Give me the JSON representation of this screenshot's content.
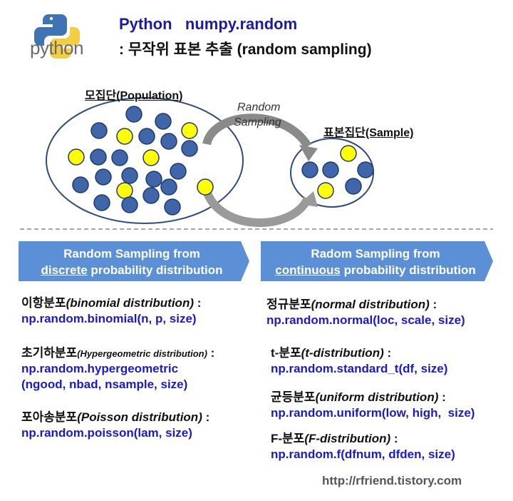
{
  "logo": {
    "text": "python"
  },
  "title": {
    "line1": "Python   numpy.random",
    "line2": ": 무작위 표본 추출 (random sampling)"
  },
  "population": {
    "label_ko": "모집단",
    "label_en": "(Population)"
  },
  "arrow": {
    "line1": "Random",
    "line2": "Sampling"
  },
  "sample": {
    "label_ko": "표본집단",
    "label_en": "(Sample)"
  },
  "panels": {
    "discrete": {
      "line1": "Random Sampling from",
      "line2_underlined": "discrete",
      "line2_rest": " probability distribution"
    },
    "continuous": {
      "line1": "Radom Sampling from",
      "line2_underlined": "continuous",
      "line2_rest": " probability distribution"
    }
  },
  "discrete_items": [
    {
      "title_ko": "이항분포",
      "title_en": "(binomial distribution)",
      "title_suffix": " :",
      "code1": "np.random.binomial(n, p, size)",
      "code2": ""
    },
    {
      "title_ko": "초기하분포",
      "title_en": "(Hypergeometric distribution)",
      "title_suffix": " :",
      "code1": "np.random.hypergeometric",
      "code2": "(ngood, nbad, nsample, size)"
    },
    {
      "title_ko": "포아송분포",
      "title_en": "(Poisson distribution)",
      "title_suffix": " :",
      "code1": "np.random.poisson(lam, size)",
      "code2": ""
    }
  ],
  "continuous_items": [
    {
      "title_ko": "정규분포",
      "title_en": "(normal distribution)",
      "title_suffix": " :",
      "code1": "np.random.normal(loc, scale, size)"
    },
    {
      "title_ko": "t-분포",
      "title_en": "(t-distribution)",
      "title_suffix": " :",
      "code1": "np.random.standard_t(df, size)"
    },
    {
      "title_ko": "균등분포",
      "title_en": "(uniform distribution)",
      "title_suffix": " :",
      "code1": "np.random.uniform(low, high,  size)"
    },
    {
      "title_ko": "F-분포",
      "title_en": "(F-distribution)",
      "title_suffix": " :",
      "code1": "np.random.f(dfnum, dfden, size)"
    }
  ],
  "footer": {
    "url": "http://rfriend.tistory.com"
  },
  "colors": {
    "title_blue": "#1a1aa6",
    "code_blue": "#1a1acc",
    "panel_blue": "#5b8fd6",
    "dot_blue": "#3f66a8",
    "dot_yellow": "#ffff00",
    "circle_outline": "#2e4a7d"
  }
}
